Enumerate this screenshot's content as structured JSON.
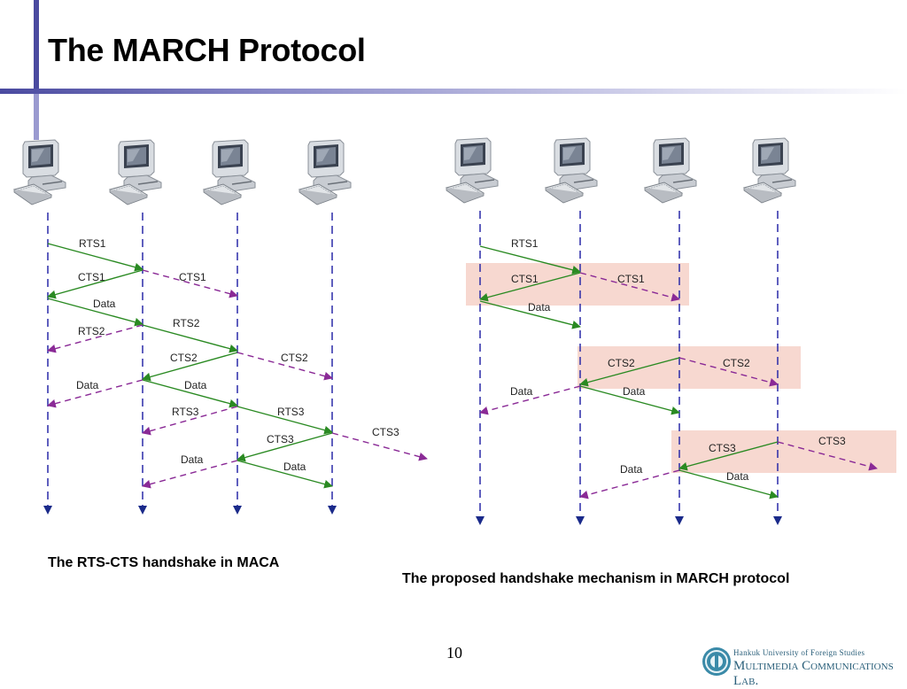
{
  "slide": {
    "title": "The MARCH Protocol",
    "page_number": "10"
  },
  "left_diagram": {
    "caption": "The RTS-CTS handshake in MACA",
    "labels": {
      "rts1": "RTS1",
      "cts1_a": "CTS1",
      "cts1_b": "CTS1",
      "data1": "Data",
      "rts2_back": "RTS2",
      "rts2": "RTS2",
      "cts2_a": "CTS2",
      "cts2_b": "CTS2",
      "data2_back": "Data",
      "data2": "Data",
      "rts3_back": "RTS3",
      "rts3": "RTS3",
      "cts3_a": "CTS3",
      "cts3_b": "CTS3",
      "data3_back": "Data",
      "data3": "Data"
    }
  },
  "right_diagram": {
    "caption": "The proposed handshake mechanism in MARCH protocol",
    "labels": {
      "rts1": "RTS1",
      "cts1_a": "CTS1",
      "cts1_b": "CTS1",
      "data1": "Data",
      "cts2_a": "CTS2",
      "cts2_b": "CTS2",
      "data2_back": "Data",
      "data2": "Data",
      "cts3_a": "CTS3",
      "cts3_b": "CTS3",
      "data3_back": "Data",
      "data3": "Data"
    }
  },
  "logo": {
    "line1": "Hankuk University of Foreign Studies",
    "line2": "Multimedia Communications Lab."
  },
  "colors": {
    "accent_bar": "#4a4aa0",
    "solid_arrow": "#2a8a22",
    "dashed_arrow": "#8a2a96",
    "timeline": "#2a2aa8",
    "highlight": "#f7d8d0"
  }
}
